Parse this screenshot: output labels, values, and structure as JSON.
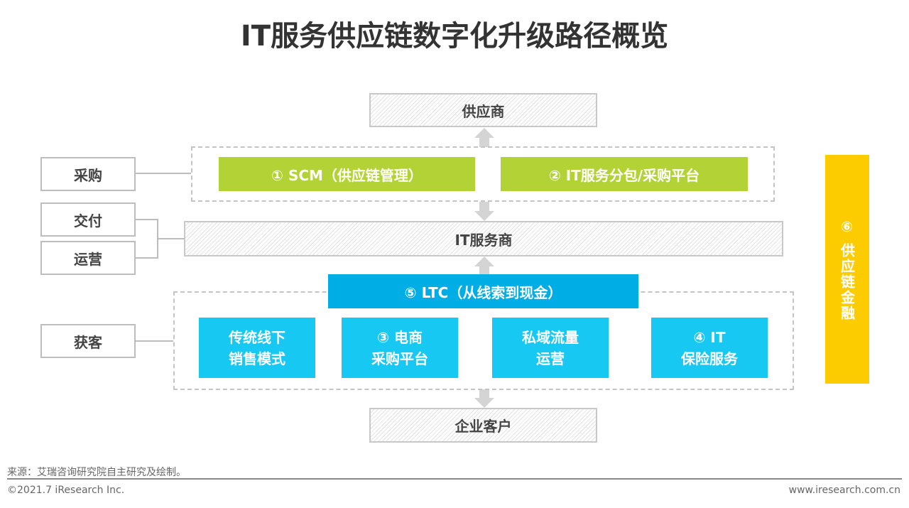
{
  "title": "IT服务供应链数字化升级路径概览",
  "supplier": "供应商",
  "it_provider": "IT服务商",
  "enterprise": "企业客户",
  "scm": "① SCM（供应链管理）",
  "subcontract": "② IT服务分包/采购平台",
  "ltc": "⑤ LTC（从线索到现金）",
  "channels": [
    {
      "line1": "传统线下",
      "line2": "销售模式"
    },
    {
      "line1": "③ 电商",
      "line2": "采购平台"
    },
    {
      "line1": "私域流量",
      "line2": "运营"
    },
    {
      "line1": "④ IT",
      "line2": "保险服务"
    }
  ],
  "left_labels": {
    "procure": "采购",
    "deliver": "交付",
    "operate": "运营",
    "acquire": "获客"
  },
  "finance": "⑥ 供应链金融",
  "footer": {
    "source": "来源：艾瑞咨询研究院自主研究及绘制。",
    "copyright": "©2021.7 iResearch Inc.",
    "url": "www.iresearch.com.cn"
  }
}
